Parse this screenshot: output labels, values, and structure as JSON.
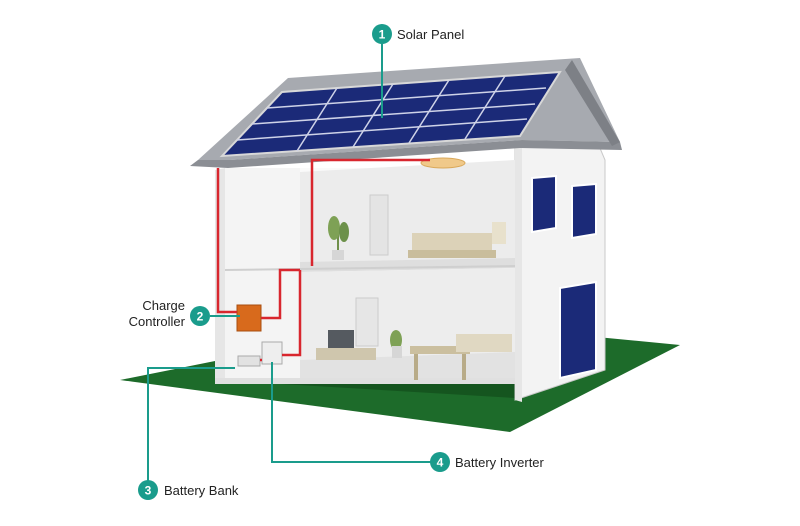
{
  "callouts": [
    {
      "number": "1",
      "label": "Solar Panel"
    },
    {
      "number": "2",
      "label_line1": "Charge",
      "label_line2": "Controller"
    },
    {
      "number": "3",
      "label": "Battery Bank"
    },
    {
      "number": "4",
      "label": "Battery Inverter"
    }
  ],
  "colors": {
    "accent_teal": "#1a9c8c",
    "wire_red": "#d8262e",
    "grass_green": "#1d6b2a",
    "solar_blue": "#1b2a78",
    "roof_gray": "#9a9da3",
    "controller_orange": "#d86a1c"
  }
}
